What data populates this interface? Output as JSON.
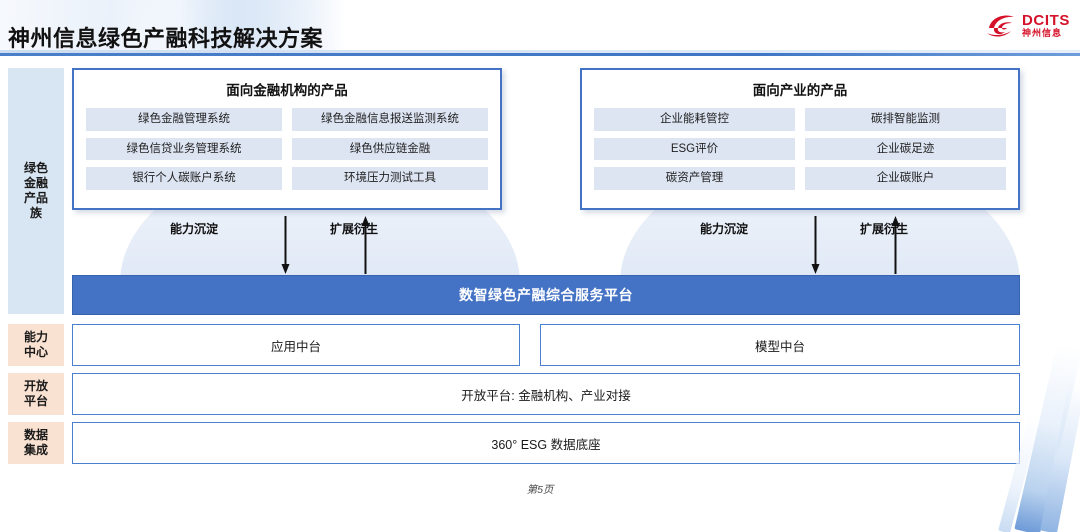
{
  "header": {
    "title": "神州信息绿色产融科技解决方案",
    "logo": {
      "en": "DCITS",
      "cn": "神州信息",
      "color": "#d5122a",
      "icon": "dcits-swoosh-logo"
    },
    "rule_color": "#4472c4"
  },
  "sidebar": {
    "items": [
      {
        "id": "green-finance-family",
        "label": "绿色\n金融\n产品\n族",
        "bg": "#d8e5f3"
      },
      {
        "id": "ability-center",
        "label": "能力\n中心",
        "bg": "#fae2d2"
      },
      {
        "id": "open-platform",
        "label": "开放\n平台",
        "bg": "#fae2d2"
      },
      {
        "id": "data-integration",
        "label": "数据\n集成",
        "bg": "#fae2d2"
      }
    ]
  },
  "panels": [
    {
      "id": "financial-institutions",
      "title": "面向金融机构的产品",
      "items": [
        "绿色金融管理系统",
        "绿色金融信息报送监测系统",
        "绿色信贷业务管理系统",
        "绿色供应链金融",
        "银行个人碳账户系统",
        "环境压力测试工具"
      ]
    },
    {
      "id": "industry",
      "title": "面向产业的产品",
      "items": [
        "企业能耗管控",
        "碳排智能监测",
        "ESG评价",
        "企业碳足迹",
        "碳资产管理",
        "企业碳账户"
      ]
    }
  ],
  "flows": {
    "left": {
      "down_label": "能力沉淀",
      "up_label": "扩展衍生"
    },
    "right": {
      "down_label": "能力沉淀",
      "up_label": "扩展衍生"
    }
  },
  "platform": {
    "label": "数智绿色产融综合服务平台",
    "bg": "#4472c4",
    "text_color": "#ffffff"
  },
  "stack": {
    "ability": [
      {
        "id": "app-middle-platform",
        "label": "应用中台"
      },
      {
        "id": "model-middle-platform",
        "label": "模型中台"
      }
    ],
    "open": {
      "id": "open-platform-row",
      "label": "开放平台: 金融机构、产业对接"
    },
    "data": {
      "id": "data-foundation-row",
      "label": "360° ESG 数据底座"
    }
  },
  "footer": {
    "page_label": "第5页"
  }
}
